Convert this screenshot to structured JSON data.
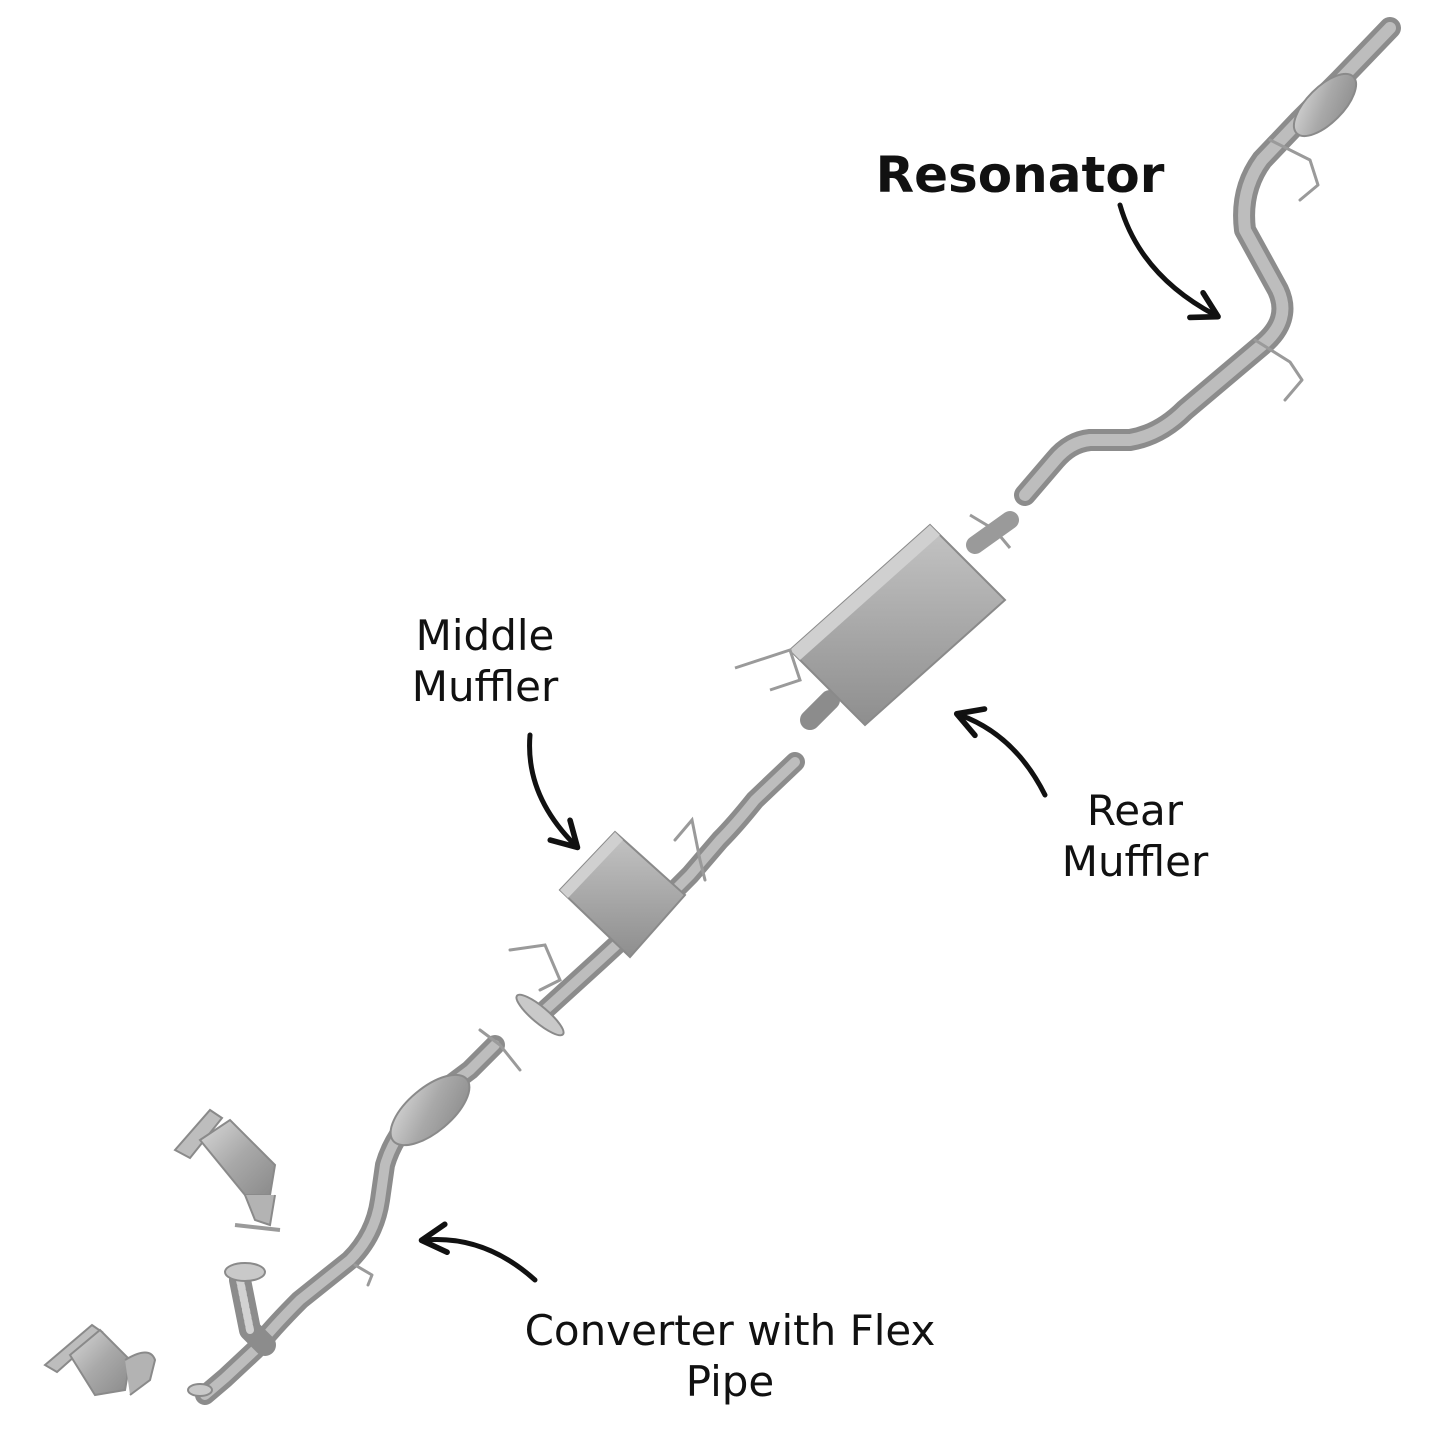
{
  "labels": {
    "resonator": "Resonator",
    "middle_muffler": [
      "Middle",
      "Muffler"
    ],
    "rear_muffler": [
      "Rear",
      "Muffler"
    ],
    "converter": [
      "Converter with Flex",
      "Pipe"
    ]
  },
  "colors": {
    "pipe_dark": "#8f8f8f",
    "pipe_mid": "#b1b1b1",
    "pipe_light": "#d2d2d2",
    "text": "#111111",
    "background": "#ffffff"
  }
}
